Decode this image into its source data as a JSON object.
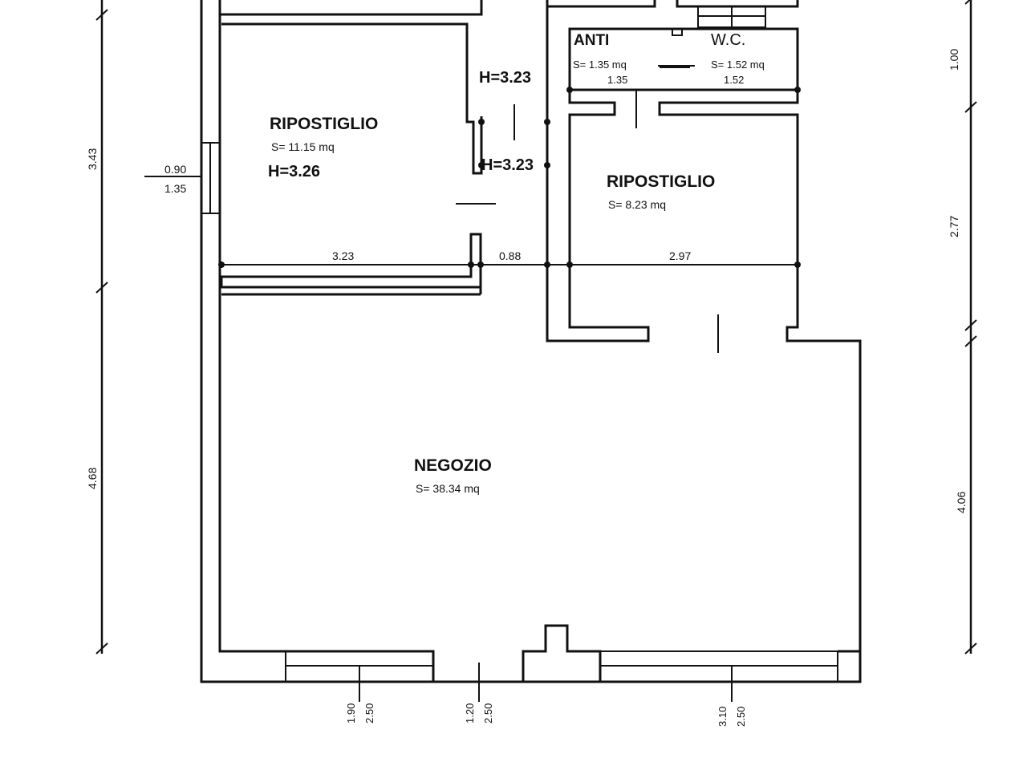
{
  "rooms": {
    "storage_left": {
      "name": "RIPOSTIGLIO",
      "area": "S= 11.15 mq",
      "height": "H=3.26"
    },
    "storage_right": {
      "name": "RIPOSTIGLIO",
      "area": "S= 8.23 mq"
    },
    "anti": {
      "name": "ANTI",
      "area": "S= 1.35 mq",
      "width": "1.35"
    },
    "wc": {
      "name": "W.C.",
      "area": "S= 1.52 mq",
      "width": "1.52"
    },
    "shop": {
      "name": "NEGOZIO",
      "area": "S= 38.34 mq"
    }
  },
  "heights": {
    "corridor_top": "H=3.23",
    "corridor_mid": "H=3.23"
  },
  "dimensions": {
    "left_upper": "3.43",
    "left_lower": "4.68",
    "right_top": "1.00",
    "right_mid": "2.77",
    "right_lower": "4.06",
    "storage_left_width": "3.23",
    "corridor_width": "0.88",
    "storage_right_width": "2.97",
    "window_left_w": "0.90",
    "window_left_h": "1.35",
    "bottom_window_1_w": "1.90",
    "bottom_window_1_h": "2.50",
    "bottom_door_w": "1.20",
    "bottom_door_h": "2.50",
    "bottom_window_2_w": "3.10",
    "bottom_window_2_h": "2.50"
  }
}
